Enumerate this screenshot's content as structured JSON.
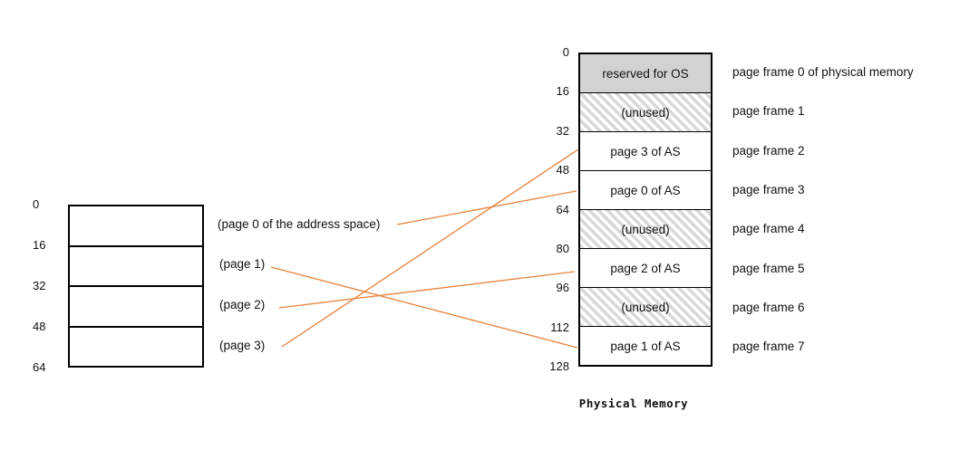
{
  "address_space": {
    "ticks": [
      "0",
      "16",
      "32",
      "48",
      "64"
    ],
    "page_labels": [
      "(page 0 of the address space)",
      "(page 1)",
      "(page 2)",
      "(page 3)"
    ]
  },
  "physical_memory": {
    "caption": "Physical Memory",
    "ticks": [
      "0",
      "16",
      "32",
      "48",
      "64",
      "80",
      "96",
      "112",
      "128"
    ],
    "frames": [
      {
        "content": "reserved for OS",
        "style": "reserved",
        "annotation": "page frame 0 of physical memory"
      },
      {
        "content": "(unused)",
        "style": "hatched",
        "annotation": "page frame 1"
      },
      {
        "content": "page 3 of AS",
        "style": "plain",
        "annotation": "page frame 2"
      },
      {
        "content": "page 0 of AS",
        "style": "plain",
        "annotation": "page frame 3"
      },
      {
        "content": "(unused)",
        "style": "hatched",
        "annotation": "page frame 4"
      },
      {
        "content": "page 2 of AS",
        "style": "plain",
        "annotation": "page frame 5"
      },
      {
        "content": "(unused)",
        "style": "hatched",
        "annotation": "page frame 6"
      },
      {
        "content": "page 1 of AS",
        "style": "plain",
        "annotation": "page frame 7"
      }
    ]
  },
  "mappings": [
    {
      "page": 0,
      "frame": 3
    },
    {
      "page": 1,
      "frame": 7
    },
    {
      "page": 2,
      "frame": 5
    },
    {
      "page": 3,
      "frame": 2
    }
  ],
  "colors": {
    "mapping_line": "#E8823C",
    "reserved_fill": "#d2d2d2",
    "hatch_stripe": "#d8d8d8",
    "border": "#000000"
  }
}
